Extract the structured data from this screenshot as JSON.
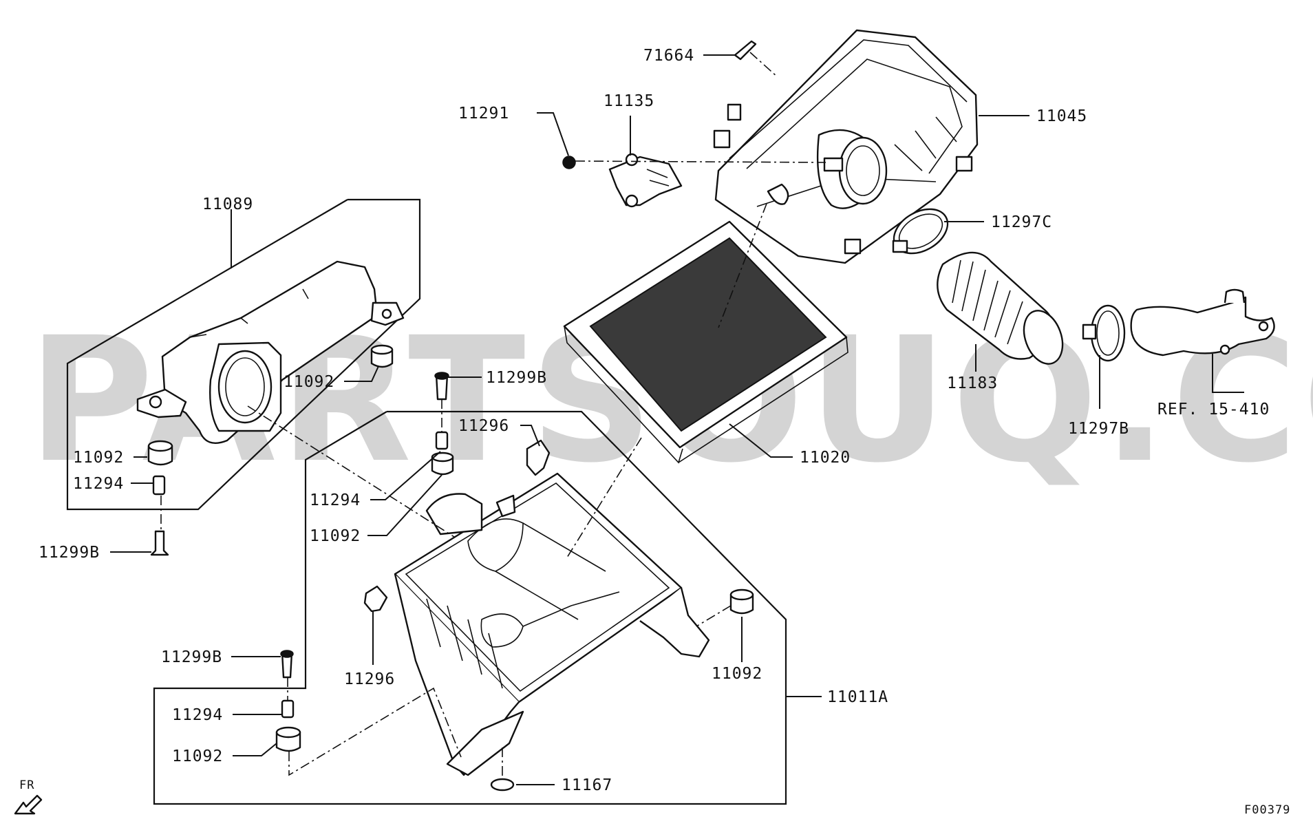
{
  "watermark": "PARTSOUQ.COM",
  "diagram_code": "F00379",
  "direction_marker": "FR",
  "callouts": {
    "p71664": "71664",
    "p11291": "11291",
    "p11135": "11135",
    "p11045": "11045",
    "p11089": "11089",
    "p11297C": "11297C",
    "p11092_a": "11092",
    "p11299B_a": "11299B",
    "p11183": "11183",
    "ref15410": "REF. 15-410",
    "p11296_a": "11296",
    "p11297B": "11297B",
    "p11092_b": "11092",
    "p11020": "11020",
    "p11294_a": "11294",
    "p11294_b": "11294",
    "p11092_c": "11092",
    "p11299B_b": "11299B",
    "p11296_b": "11296",
    "p11092_d": "11092",
    "p11299B_c": "11299B",
    "p11011A": "11011A",
    "p11294_c": "11294",
    "p11092_e": "11092",
    "p11167": "11167"
  }
}
